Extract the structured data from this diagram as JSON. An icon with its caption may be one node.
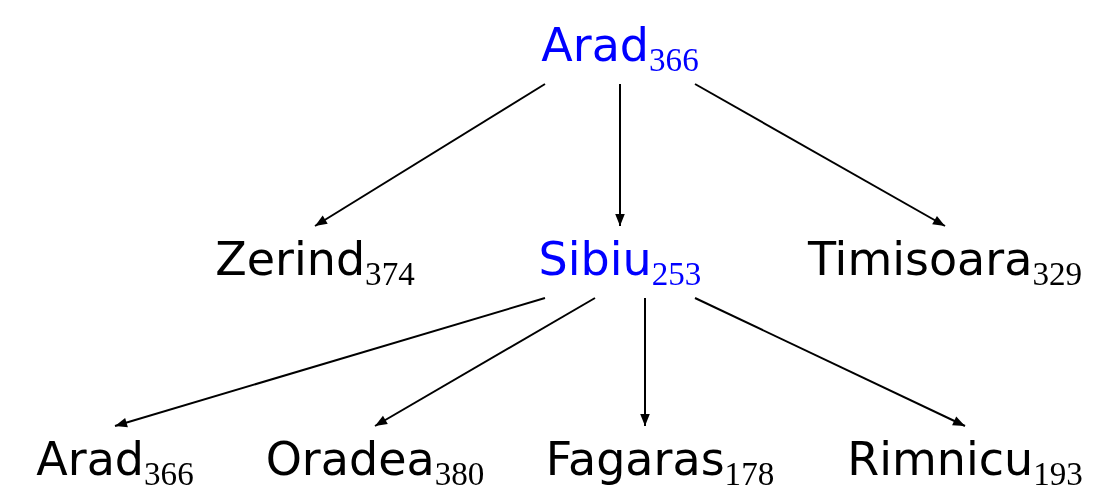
{
  "diagram": {
    "nodes": [
      {
        "text": [
          "Arad$_{366}$"
        ]
      },
      {
        "text": [
          "Zerind$_{374}$"
        ]
      },
      {
        "text": [
          "Sibiu$_{253}$"
        ]
      },
      {
        "text": [
          "Timisoara$_{329}$"
        ]
      },
      {
        "text": [
          "Arad$_{366}$"
        ]
      },
      {
        "text": [
          "Oradea$_{380}$"
        ]
      },
      {
        "text": [
          "Fagaras$_{178}$"
        ]
      },
      {
        "text": [
          "Rimnicu$_{193}$"
        ]
      }
    ],
    "edges": [
      {
        "from": 0,
        "to": 1,
        "arrow": "to"
      },
      {
        "from": 0,
        "to": 2,
        "arrow": "to"
      },
      {
        "from": 0,
        "to": 3,
        "arrow": "to"
      },
      {
        "from": 2,
        "to": 4,
        "arrow": "to"
      },
      {
        "from": 2,
        "to": 5,
        "arrow": "to"
      },
      {
        "from": 2,
        "to": 6,
        "arrow": "to"
      },
      {
        "from": 2,
        "to": 7,
        "arrow": "to"
      }
    ]
  }
}
